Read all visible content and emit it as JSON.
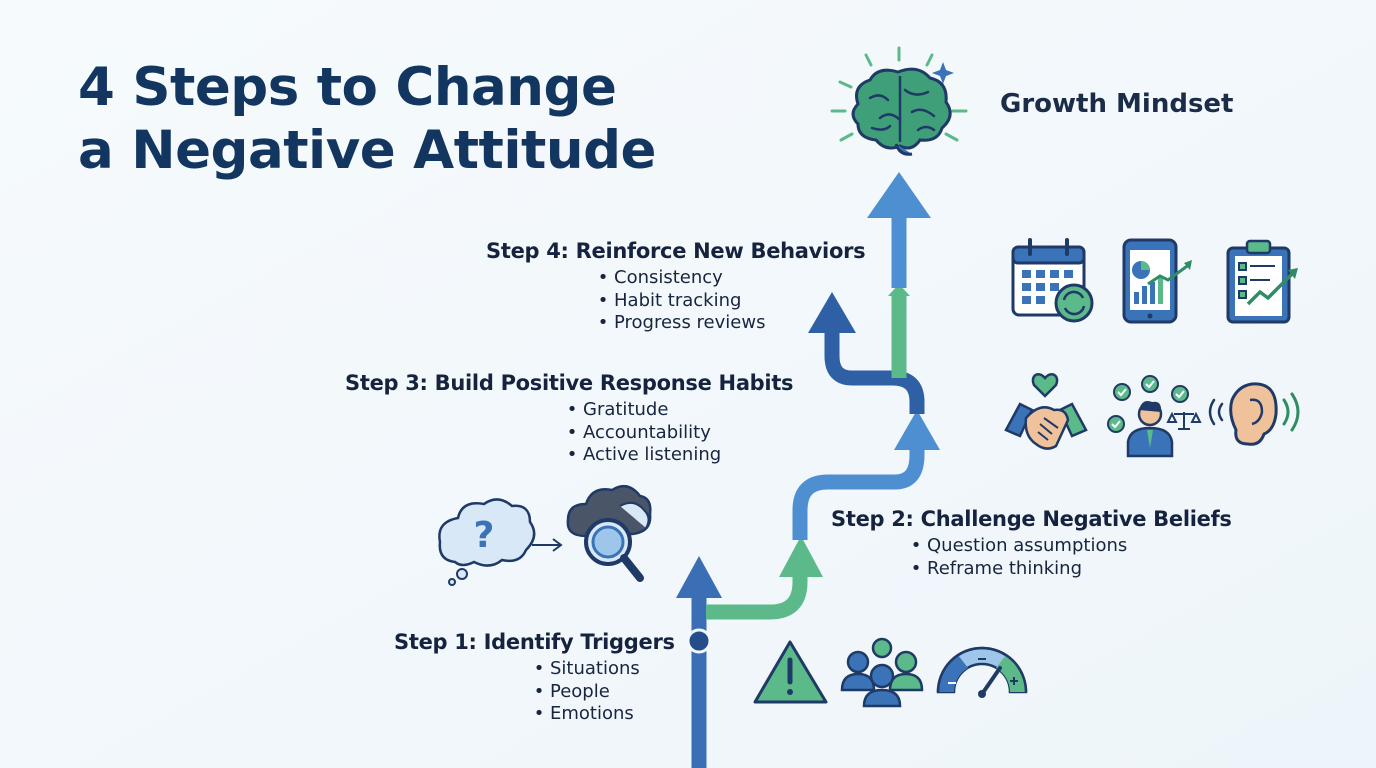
{
  "title": {
    "line1": "4 Steps to Change",
    "line2": "a Negative Attitude"
  },
  "goal": {
    "label": "Growth Mindset",
    "icon": "brain-icon"
  },
  "steps": [
    {
      "heading": "Step 1: Identify Triggers",
      "bullets": [
        "Situations",
        "People",
        "Emotions"
      ],
      "icons": [
        "warning-triangle-icon",
        "people-group-icon",
        "emotion-gauge-icon"
      ]
    },
    {
      "heading": "Step 2: Challenge Negative Beliefs",
      "bullets": [
        "Question assumptions",
        "Reframe thinking"
      ],
      "icons": [
        "question-thought-bubble-icon",
        "arrow-right-icon",
        "cloud-magnifier-icon"
      ]
    },
    {
      "heading": "Step 3: Build Positive Response Habits",
      "bullets": [
        "Gratitude",
        "Accountability",
        "Active listening"
      ],
      "icons": [
        "handshake-heart-icon",
        "accountable-person-icon",
        "listening-ear-icon"
      ]
    },
    {
      "heading": "Step 4: Reinforce New Behaviors",
      "bullets": [
        "Consistency",
        "Habit tracking",
        "Progress reviews"
      ],
      "icons": [
        "calendar-repeat-icon",
        "phone-chart-icon",
        "clipboard-progress-icon"
      ]
    }
  ],
  "colors": {
    "title": "#123660",
    "blue": "#3a73b7",
    "light_blue": "#4e8fd1",
    "green": "#5cb98a",
    "dark_green": "#2f8c64",
    "background": "#f3f8fb"
  }
}
